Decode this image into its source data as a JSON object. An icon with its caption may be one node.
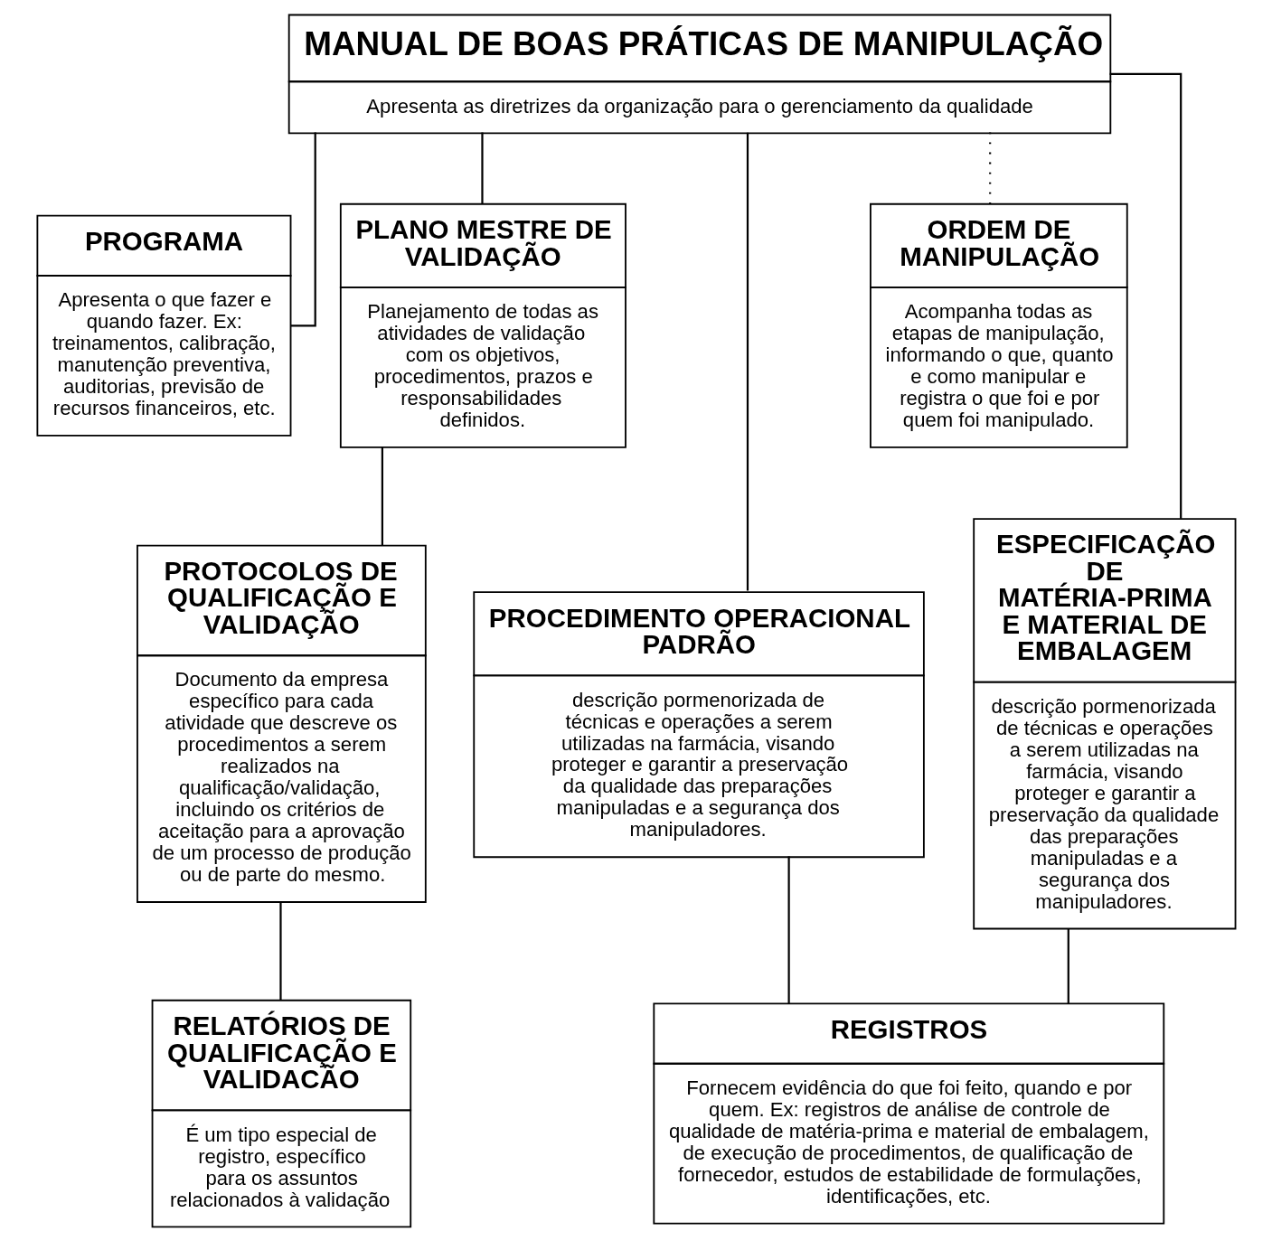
{
  "diagram": {
    "nodes": [
      {
        "text": [
          "MANUAL DE BOAS PRÁTICAS DE MANIPULAÇÃO",
          "Apresenta as diretrizes da organização para o gerenciamento da qualidade"
        ]
      },
      {
        "text": [
          "PROGRAMA",
          "Apresenta o que fazer e quando fazer. Ex: treinamentos, calibração, manutenção preventiva, auditorias, previsão de recursos financeiros, etc."
        ]
      },
      {
        "text": [
          "PLANO MESTRE DE VALIDAÇÃO",
          "Planejamento de todas as atividades de validação com os objetivos, procedimentos, prazos e responsabilidades definidos."
        ]
      },
      {
        "text": [
          "PROCEDIMENTO OPERACIONAL PADRÃO",
          "descrição pormenorizada de técnicas e operações a serem utilizadas na farmácia, visando proteger e garantir a preservação da qualidade das preparações manipuladas e a segurança dos manipuladores."
        ]
      },
      {
        "text": [
          "ESPECIFICAÇÃO DE MATÉRIA-PRIMA E MATERIAL DE EMBALAGEM",
          "descrição pormenorizada de técnicas e operações a serem utilizadas na farmácia, visando proteger e garantir a preservação da qualidade das preparações manipuladas e a segurança dos manipuladores."
        ]
      },
      {
        "text": [
          "PROTOCOLOS DE QUALIFICAÇÃO E VALIDAÇÃO",
          "Documento da empresa específico para cada atividade que descreve os procedimentos a serem realizados na qualificação/validação, incluindo os critérios de aceitação para a aprovação de um processo de produção ou de parte do mesmo."
        ]
      },
      {
        "text": [
          "ORDEM DE MANIPULAÇÃO",
          "Acompanha todas as etapas de manipulação, informando o que, quanto e como manipular e registra o que foi e por quem foi manipulado."
        ]
      },
      {
        "text": [
          "REGISTROS",
          "Fornecem evidência do que foi feito, quando e por quem. Ex: registros de análise de controle de qualidade de matéria-prima e material de embalagem, de execução de procedimentos, de qualificação de fornecedor, estudos de estabilidade de formulações, identificações, etc."
        ]
      },
      {
        "text": [
          "RELATÓRIOS DE QUALIFICAÇÃO E VALIDACÃO",
          "É um tipo especial de registro, específico para os assuntos relacionados à validação"
        ]
      }
    ],
    "edges": [
      {
        "from": 0,
        "to": 1,
        "arrow": "none"
      },
      {
        "from": 0,
        "to": 6,
        "arrow": "none",
        "style": "dashed"
      },
      {
        "from": 0,
        "to": 3,
        "arrow": "none"
      },
      {
        "from": 0,
        "to": 4,
        "arrow": "none"
      },
      {
        "from": 0,
        "to": 2,
        "arrow": "none"
      },
      {
        "from": 3,
        "to": 7,
        "arrow": "none"
      },
      {
        "from": 4,
        "to": 7,
        "arrow": "none"
      },
      {
        "from": 2,
        "to": 5,
        "arrow": "none"
      },
      {
        "from": 5,
        "to": 8,
        "arrow": "none"
      }
    ]
  }
}
